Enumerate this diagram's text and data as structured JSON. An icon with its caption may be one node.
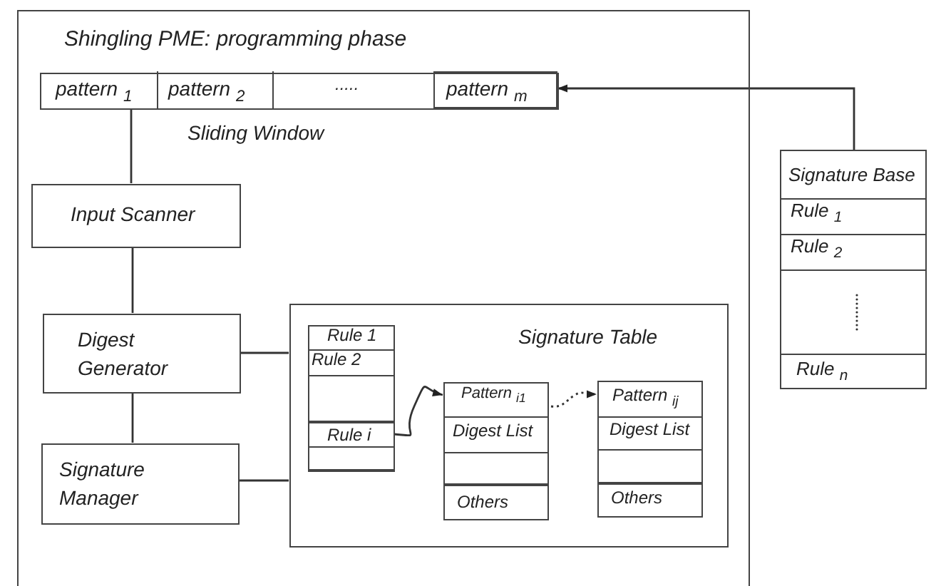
{
  "diagram": {
    "nodes": [
      {
        "text": [
          "Shingling PME: programming phase"
        ]
      },
      {
        "text": [],
        "shape": "box",
        "in": 0,
        "beside": [
          "Sliding Window"
        ]
      },
      {
        "text": [
          "pattern $_{1}$"
        ],
        "in": 1
      },
      {
        "text": [
          "pattern $_{2}$"
        ],
        "in": 1
      },
      {
        "text": [
          "....."
        ],
        "in": 1
      },
      {
        "text": [
          "pattern $_{m}$"
        ],
        "in": 1
      },
      {
        "text": [
          "Input Scanner"
        ],
        "in": 0
      },
      {
        "text": [
          "Digest Generator"
        ],
        "in": 0
      },
      {
        "text": [
          "Signature Manager"
        ],
        "in": 0
      },
      {
        "text": [
          "Signature Table"
        ],
        "in": 0
      },
      {
        "text": [],
        "shape": "box",
        "in": 9
      },
      {
        "text": [
          "Rule 1"
        ],
        "in": 10
      },
      {
        "text": [
          "Rule 2"
        ],
        "in": 10
      },
      {
        "text": [
          "Rule i"
        ],
        "in": 10
      },
      {
        "text": [],
        "shape": "box",
        "in": 9
      },
      {
        "text": [
          "Pattern $_{i1}$"
        ],
        "in": 14
      },
      {
        "text": [
          "Digest List"
        ],
        "in": 14
      },
      {
        "text": [
          "Others"
        ],
        "in": 14
      },
      {
        "text": [],
        "shape": "box",
        "in": 9
      },
      {
        "text": [
          "Pattern $_{ij}$"
        ],
        "in": 18
      },
      {
        "text": [
          "Digest List"
        ],
        "in": 18
      },
      {
        "text": [
          "Others"
        ],
        "in": 18
      },
      {
        "text": [
          "Signature Base"
        ]
      },
      {
        "text": [
          "Rule $_{1}$"
        ],
        "in": 22
      },
      {
        "text": [
          "Rule $_{2}$"
        ],
        "in": 22
      },
      {
        "text": [
          "Rule $_{n}$"
        ],
        "in": 22
      }
    ],
    "edges": [
      {
        "from": 22,
        "to": 5,
        "arrow": "to"
      },
      {
        "from": 2,
        "to": 6,
        "arrow": "none"
      },
      {
        "from": 6,
        "to": 7,
        "arrow": "none"
      },
      {
        "from": 7,
        "to": 8,
        "arrow": "none"
      },
      {
        "from": 7,
        "to": 9,
        "arrow": "none"
      },
      {
        "from": 8,
        "to": 9,
        "arrow": "none"
      },
      {
        "from": 13,
        "to": 15,
        "arrow": "to"
      },
      {
        "from": 15,
        "to": 19,
        "arrow": "to",
        "style": "dashed"
      }
    ]
  }
}
